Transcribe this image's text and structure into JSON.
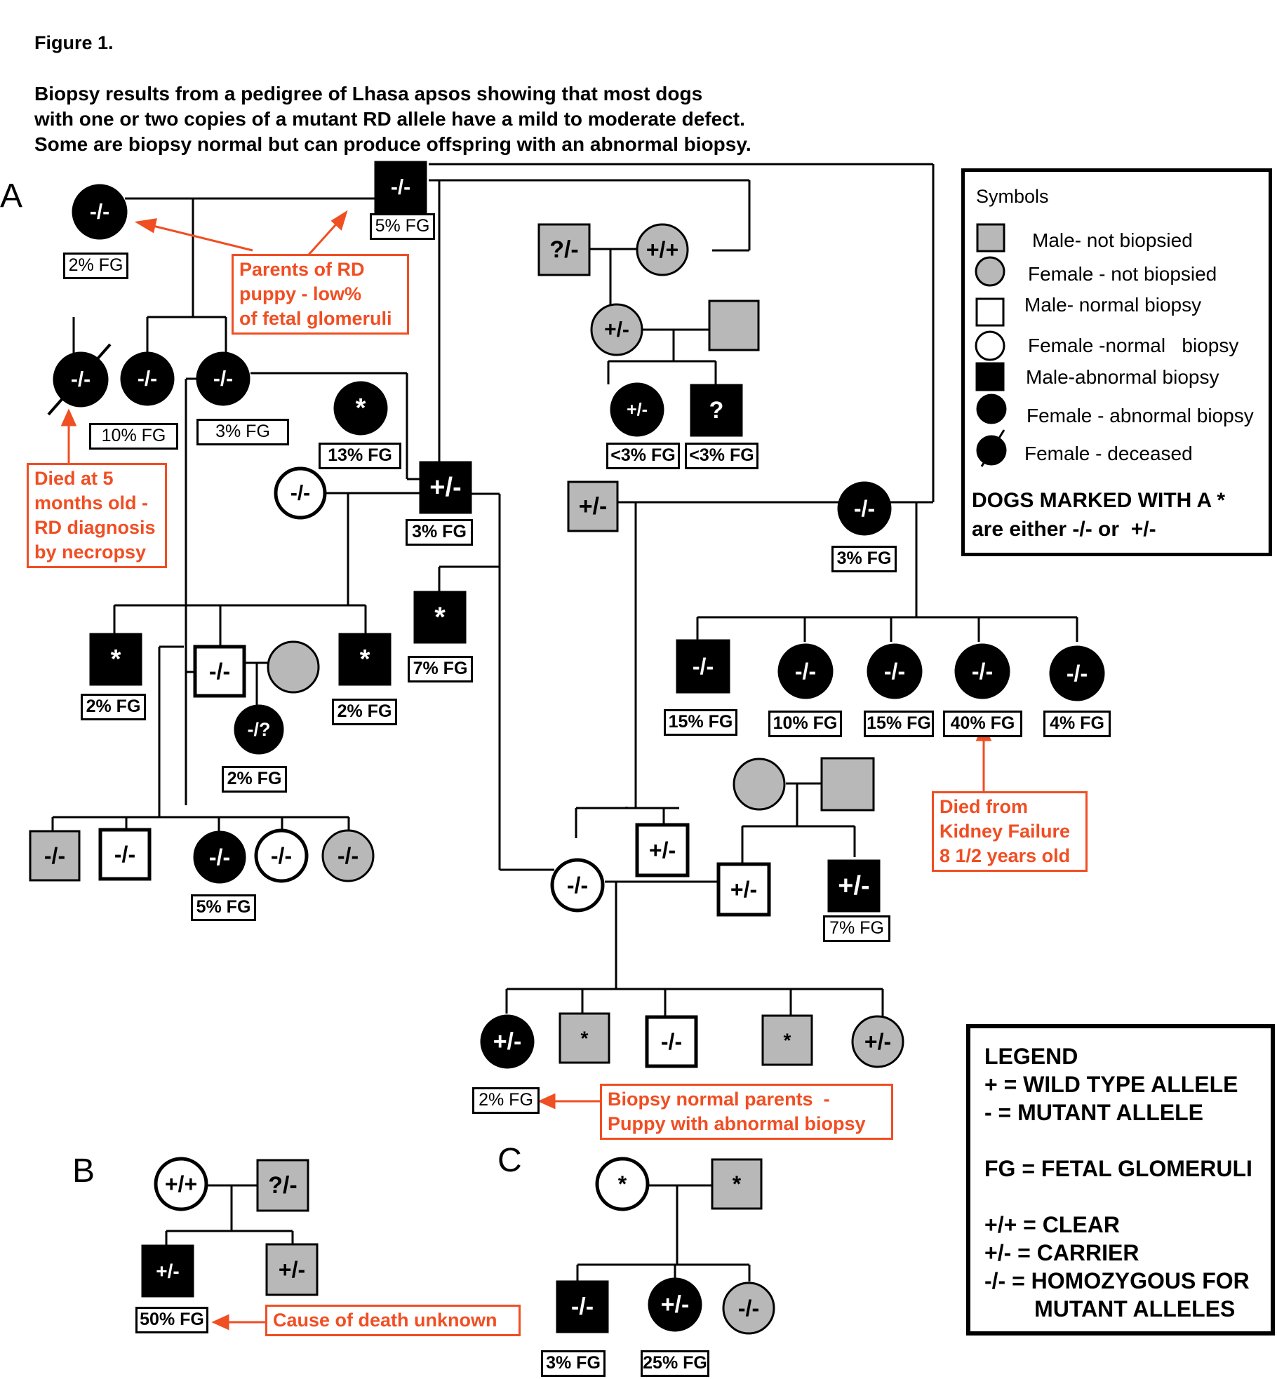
{
  "figure_label": "Figure 1.",
  "caption": [
    "Biopsy results from a pedigree of Lhasa apsos showing that most dogs",
    "with one or two copies of a mutant RD allele have a mild to moderate defect.",
    "Some are biopsy normal but can produce offspring with an abnormal biopsy."
  ],
  "panels": {
    "a": "A",
    "b": "B",
    "c": "C"
  },
  "colors": {
    "abnormal": "#000000",
    "not_biopsied": "#b8b8b8",
    "normal": "#ffffff",
    "annotation": "#f04e23"
  },
  "symbols_box": {
    "title": "Symbols",
    "items": [
      {
        "shape": "square",
        "fill": "gray",
        "label": "Male- not biopsied"
      },
      {
        "shape": "circle",
        "fill": "gray",
        "label": "Female - not biopsied"
      },
      {
        "shape": "square",
        "fill": "white",
        "label": "Male- normal biopsy"
      },
      {
        "shape": "circle",
        "fill": "white",
        "label": "Female -normal   biopsy"
      },
      {
        "shape": "square",
        "fill": "black",
        "label": "Male-abnormal biopsy"
      },
      {
        "shape": "circle",
        "fill": "black",
        "label": "Female - abnormal biopsy"
      },
      {
        "shape": "circle",
        "fill": "black",
        "deceased": true,
        "label": "Female - deceased"
      }
    ],
    "note": [
      "DOGS MARKED WITH A *",
      "are either -/- or  +/-"
    ]
  },
  "legend_box": {
    "lines": [
      "LEGEND",
      "+ = WILD TYPE  ALLELE",
      "- = MUTANT ALLELE",
      "",
      "FG = FETAL GLOMERULI",
      "",
      "+/+ = CLEAR",
      "+/- = CARRIER",
      "-/- = HOMOZYGOUS FOR",
      "        MUTANT ALLELES"
    ]
  },
  "annotations": {
    "parents": "Parents of RD\npuppy - low%\nof fetal glomeruli",
    "died5": "Died at 5\nmonths old -\nRD diagnosis\nby necropsy",
    "kidney": "Died from\nKidney Failure\n8 1/2 years old",
    "biopsy_normal": "Biopsy normal parents  -\nPuppy with abnormal biopsy",
    "cause": "Cause of death unknown"
  },
  "individuals": {
    "a_f1": {
      "genotype": "-/-",
      "fg": "2% FG"
    },
    "a_m1": {
      "genotype": "-/-",
      "fg": "5% FG"
    },
    "a_d1": {
      "genotype": "-/-"
    },
    "a_d2": {
      "genotype": "-/-",
      "fg": "10% FG"
    },
    "a_d3": {
      "genotype": "-/-",
      "fg": "3% FG"
    },
    "a_s1": {
      "genotype": "*",
      "fg": "13% FG"
    },
    "a_pm": {
      "genotype": "+/-",
      "fg": "3% FG"
    },
    "a_pf": {
      "genotype": "-/-"
    },
    "a_m7": {
      "genotype": "*",
      "fg": "7% FG"
    },
    "a_c1": {
      "genotype": "*",
      "fg": "2% FG"
    },
    "a_c2": {
      "genotype": "-/-"
    },
    "a_c3": {
      "genotype": ""
    },
    "a_c4": {
      "genotype": "*",
      "fg": "2% FG"
    },
    "a_c5": {
      "genotype": "-/?",
      "fg": "2% FG"
    },
    "a_g1": {
      "genotype": "-/-"
    },
    "a_g2": {
      "genotype": "-/-"
    },
    "a_g3": {
      "genotype": "-/-",
      "fg": "5% FG"
    },
    "a_g4": {
      "genotype": "-/-"
    },
    "a_g5": {
      "genotype": "-/-"
    },
    "a_q1": {
      "genotype": "?/-"
    },
    "a_q2": {
      "genotype": "+/+"
    },
    "a_q3": {
      "genotype": "+/-"
    },
    "a_q4": {
      "genotype": ""
    },
    "a_q5": {
      "genotype": "+/-",
      "fg": "<3% FG"
    },
    "a_q6": {
      "genotype": "?",
      "fg": "<3% FG"
    },
    "a_r1": {
      "genotype": "+/-"
    },
    "a_r2": {
      "genotype": "-/-",
      "fg": "3% FG"
    },
    "a_s15a": {
      "genotype": "-/-",
      "fg": "15% FG"
    },
    "a_s10": {
      "genotype": "-/-",
      "fg": "10% FG"
    },
    "a_s15b": {
      "genotype": "-/-",
      "fg": "15% FG"
    },
    "a_s40": {
      "genotype": "-/-",
      "fg": "40% FG"
    },
    "a_s4": {
      "genotype": "-/-",
      "fg": "4% FG"
    },
    "a_t1": {
      "genotype": ""
    },
    "a_t2": {
      "genotype": ""
    },
    "a_t3": {
      "genotype": "+/-"
    },
    "a_t4": {
      "genotype": "+/-",
      "fg": "7% FG"
    },
    "a_u1": {
      "genotype": "-/-"
    },
    "a_u2": {
      "genotype": "+/-"
    },
    "a_v1": {
      "genotype": "+/-",
      "fg": "2%  FG"
    },
    "a_v2": {
      "genotype": "*"
    },
    "a_v3": {
      "genotype": "-/-"
    },
    "a_v4": {
      "genotype": "*"
    },
    "a_v5": {
      "genotype": "+/-"
    },
    "b_f": {
      "genotype": "+/+"
    },
    "b_m": {
      "genotype": "?/-"
    },
    "b_c1": {
      "genotype": "+/-",
      "fg": "50% FG"
    },
    "b_c2": {
      "genotype": "+/-"
    },
    "c_f": {
      "genotype": "*"
    },
    "c_m": {
      "genotype": "*"
    },
    "c_c1": {
      "genotype": "-/-",
      "fg": "3% FG"
    },
    "c_c2": {
      "genotype": "+/-",
      "fg": "25% FG"
    },
    "c_c3": {
      "genotype": "-/-"
    }
  }
}
